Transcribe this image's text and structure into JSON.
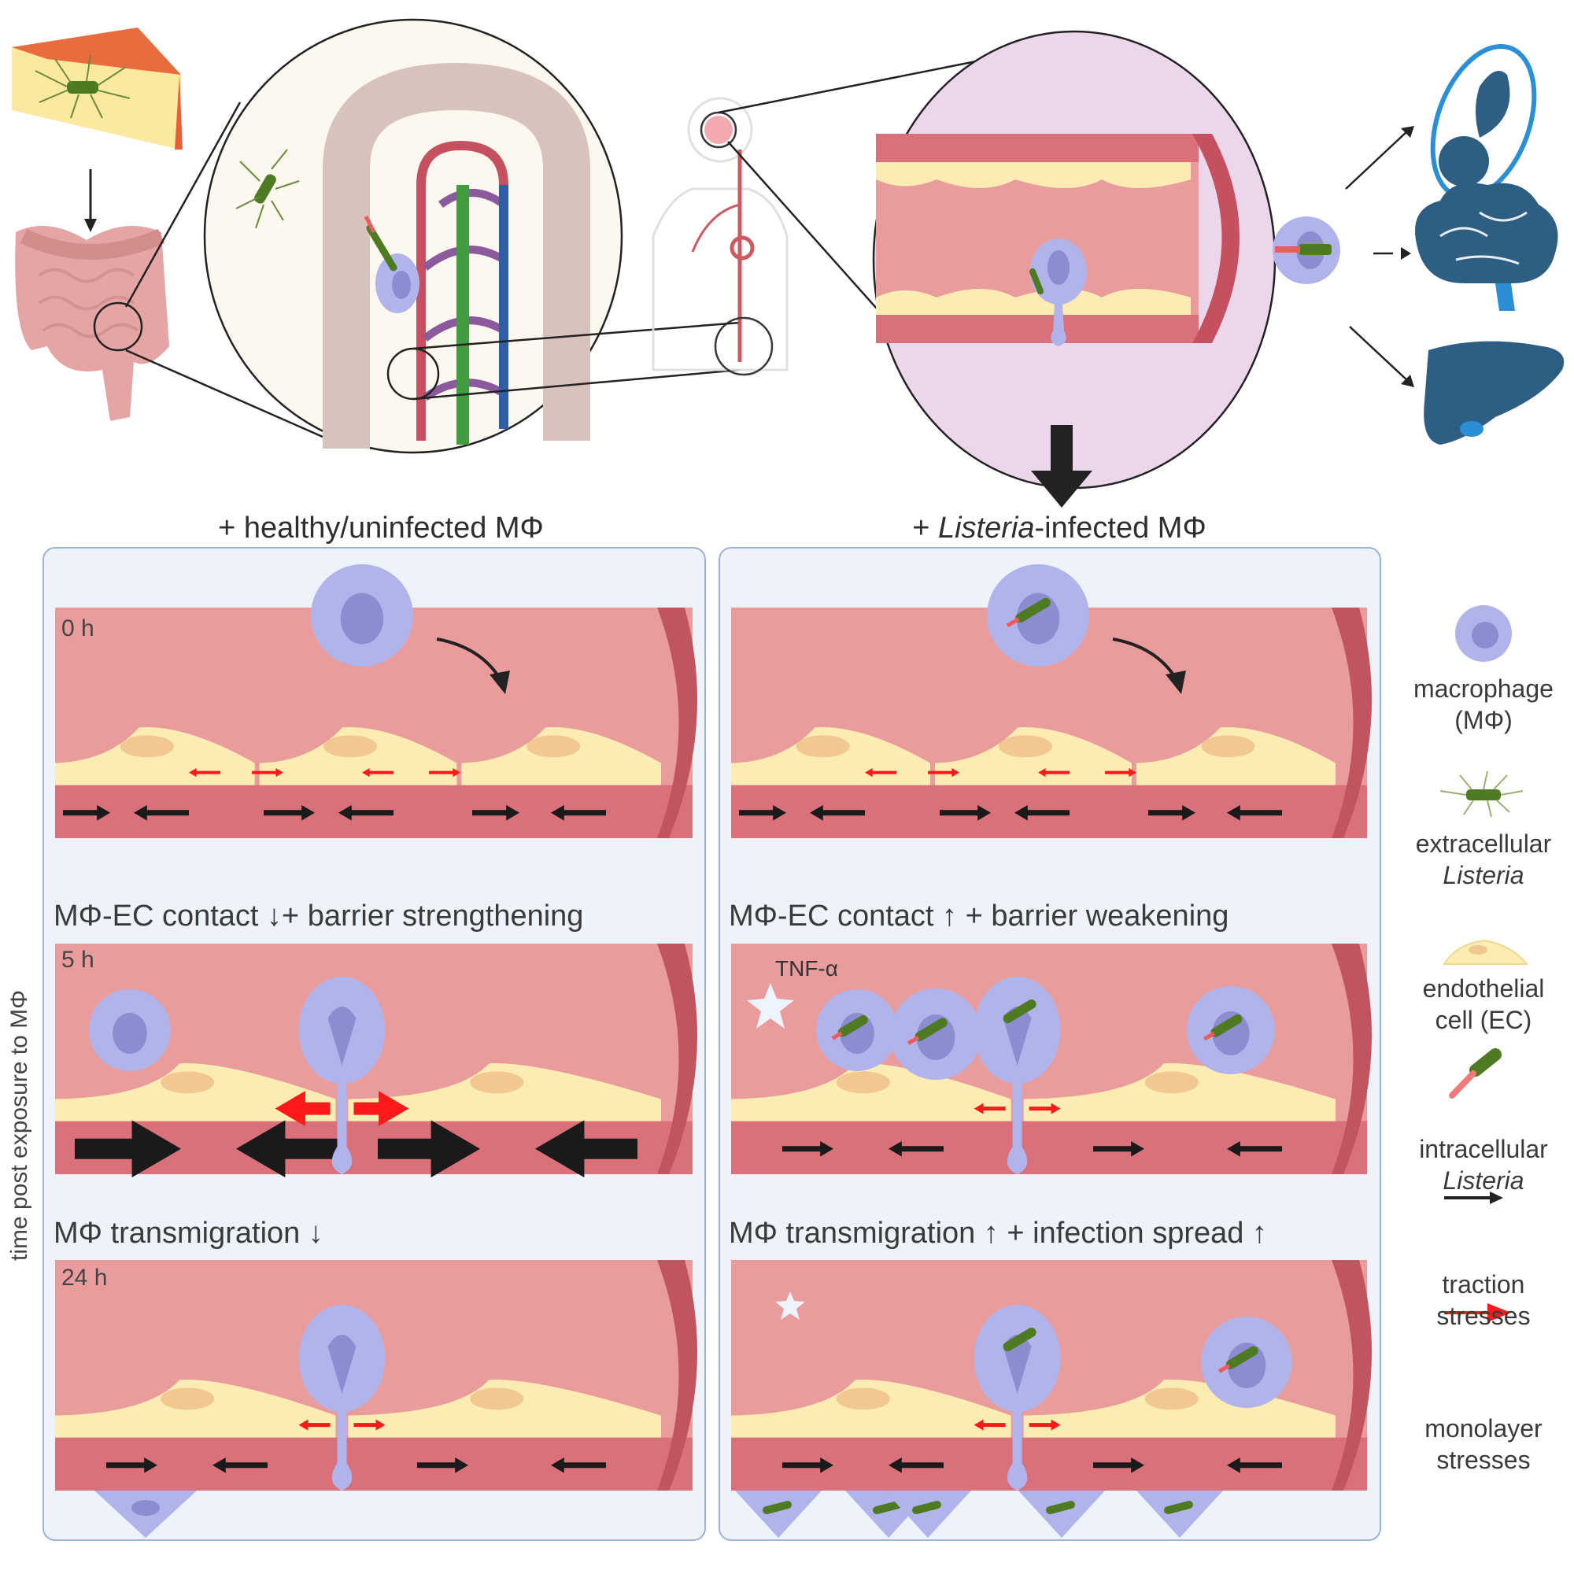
{
  "conditions": {
    "left": "+ healthy/uninfected MΦ",
    "right_prefix": "+ ",
    "right_italic": "Listeria",
    "right_suffix": "-infected MΦ"
  },
  "y_axis_label": "time post exposure to MΦ",
  "timepoints": [
    "0 h",
    "5 h",
    "24 h"
  ],
  "left_panel": {
    "row_labels": [
      "MΦ-EC contact ↓+ barrier strengthening",
      "MΦ transmigration ↓"
    ]
  },
  "right_panel": {
    "row_labels": [
      "MΦ-EC contact ↑ + barrier weakening",
      "MΦ transmigration ↑ + infection spread ↑"
    ],
    "cytokine_label": "TNF-α"
  },
  "legend": [
    {
      "icon": "macrophage-icon",
      "line1": "macrophage",
      "line2": "(MΦ)",
      "italic2": false
    },
    {
      "icon": "extracellular-listeria-icon",
      "line1": "extracellular",
      "line2": "Listeria",
      "italic2": true
    },
    {
      "icon": "endothelial-cell-icon",
      "line1": "endothelial",
      "line2": "cell (EC)",
      "italic2": false
    },
    {
      "icon": "intracellular-listeria-icon",
      "line1": "intracellular",
      "line2": "Listeria",
      "italic2": true
    },
    {
      "icon": "traction-arrow-icon",
      "line1": "traction",
      "line2": "stresses",
      "italic2": false
    },
    {
      "icon": "monolayer-arrow-icon",
      "line1": "monolayer",
      "line2": "stresses",
      "italic2": false
    }
  ],
  "target_organs": [
    "fetus/placenta",
    "brain",
    "liver"
  ],
  "colors": {
    "lumen": "#ea9c9c",
    "vessel_wall": "#d9707a",
    "vessel_edge": "#c05560",
    "endothelial": "#fbecb4",
    "nucleus_ec": "#f0c890",
    "macrophage": "#b0b4ea",
    "macrophage_nucleus": "#8c8cd0",
    "listeria": "#4e7a22",
    "listeria_tail": "#ef5a5a",
    "organ": "#2e5f82",
    "organ_accent": "#2a8fd6",
    "panel_bg": "#eef2f9",
    "panel_border": "#9fb3d9",
    "monolayer_arrow": "#ff1a1a",
    "traction_arrow": "#1a1a1a"
  }
}
